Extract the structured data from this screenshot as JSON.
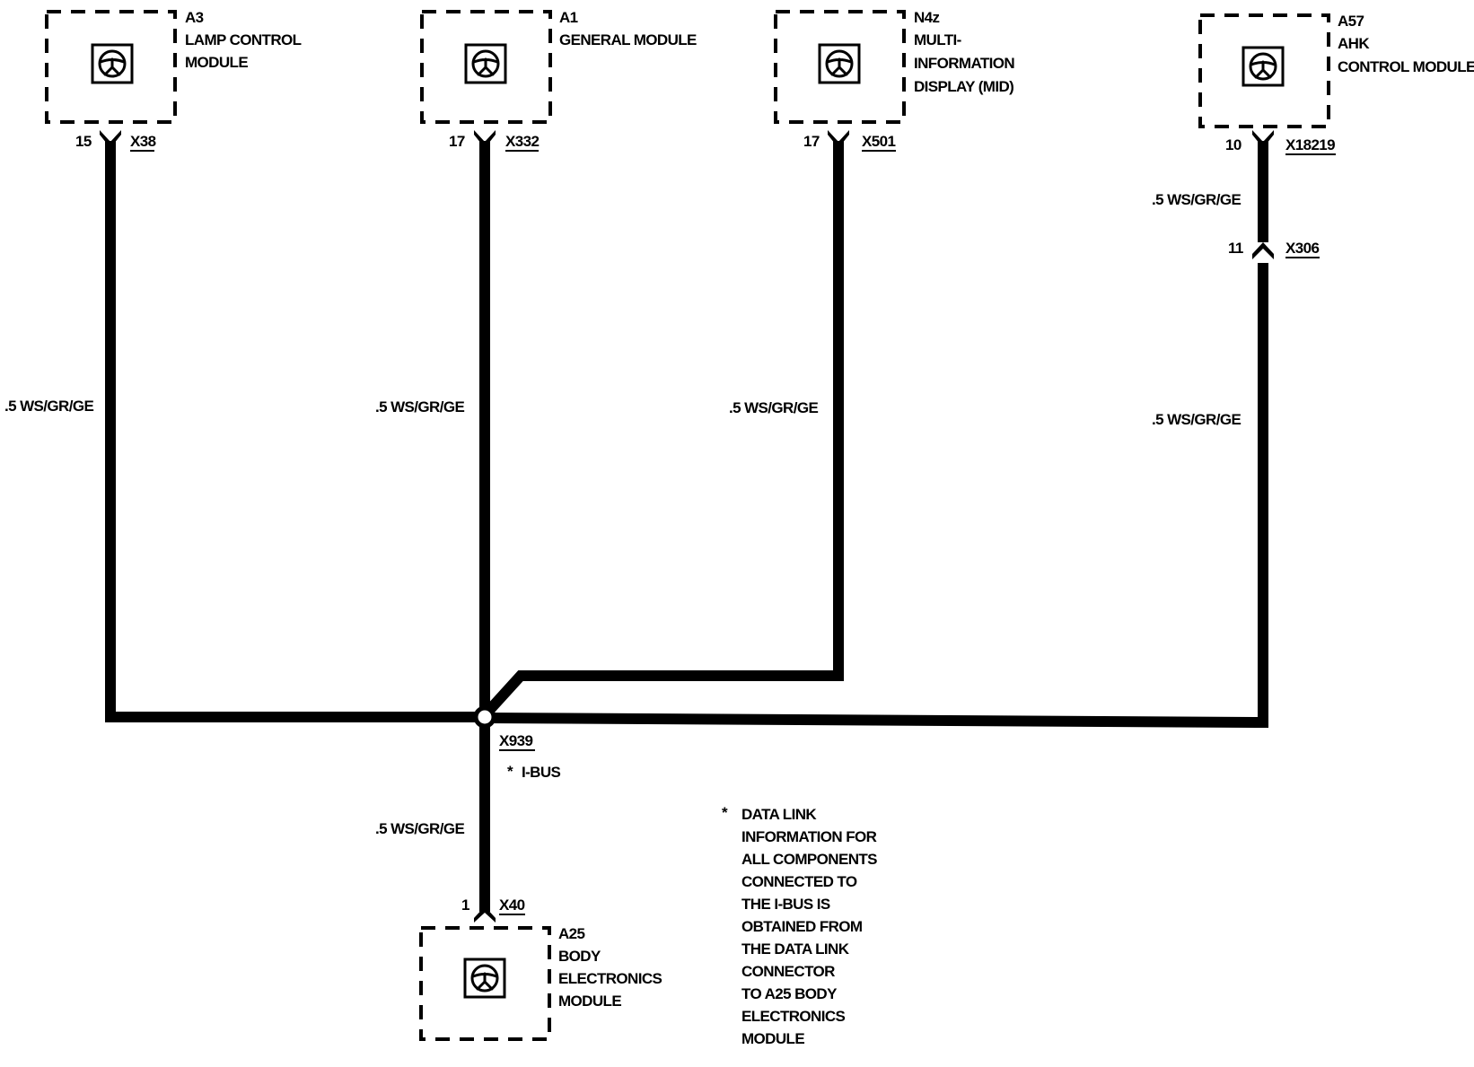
{
  "modules": [
    {
      "id": "A3",
      "lines": [
        "A3",
        "LAMP CONTROL",
        "MODULE"
      ]
    },
    {
      "id": "A1",
      "lines": [
        "A1",
        "GENERAL MODULE"
      ]
    },
    {
      "id": "N4z",
      "lines": [
        "N4z",
        "MULTI-",
        "INFORMATION",
        "DISPLAY (MID)"
      ]
    },
    {
      "id": "A57",
      "lines": [
        "A57",
        "AHK",
        "CONTROL MODULE"
      ]
    },
    {
      "id": "A25",
      "lines": [
        "A25",
        "BODY",
        "ELECTRONICS",
        "MODULE"
      ]
    }
  ],
  "connectors": [
    {
      "pin": "15",
      "name": "X38"
    },
    {
      "pin": "17",
      "name": "X332"
    },
    {
      "pin": "17",
      "name": "X501"
    },
    {
      "pin": "10",
      "name": "X18219"
    },
    {
      "pin": "11",
      "name": "X306"
    },
    {
      "pin": "1",
      "name": "X40"
    }
  ],
  "wire_labels": [
    ".5 WS/GR/GE",
    ".5 WS/GR/GE",
    ".5 WS/GR/GE",
    ".5 WS/GR/GE",
    ".5 WS/GR/GE",
    ".5 WS/GR/GE"
  ],
  "splice": {
    "name": "X939",
    "bus_label": "I-BUS",
    "bus_marker": "*"
  },
  "note": {
    "marker": "*",
    "lines": [
      "DATA LINK",
      "INFORMATION FOR",
      "ALL COMPONENTS",
      "CONNECTED TO",
      "THE I-BUS IS",
      "OBTAINED FROM",
      "THE DATA LINK",
      "CONNECTOR",
      "TO A25 BODY",
      "ELECTRONICS",
      "MODULE"
    ]
  }
}
